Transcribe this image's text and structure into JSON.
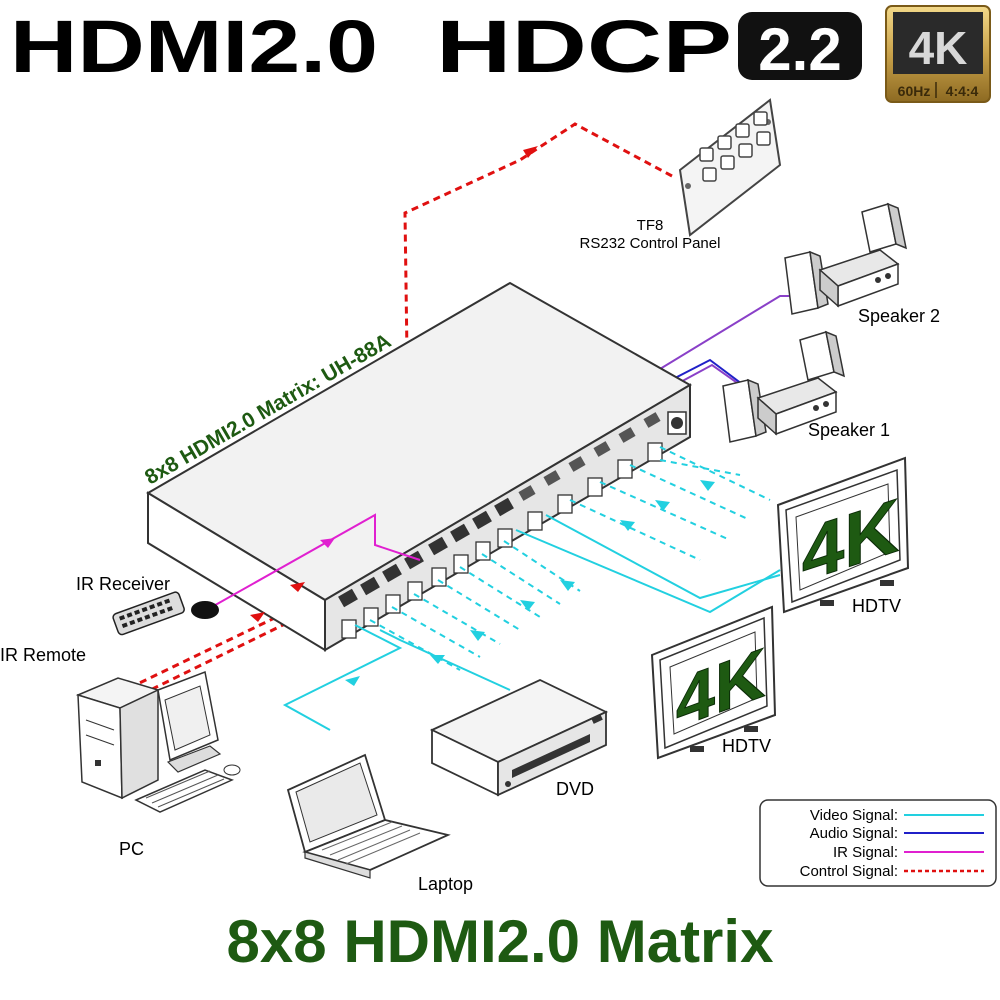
{
  "header": {
    "hdmi_label": "HDMI2.0",
    "hdcp_label": "HDCP",
    "hdcp_version": "2.2",
    "badge": {
      "main": "4K",
      "hz": "60Hz",
      "sampling": "4:4:4"
    }
  },
  "matrix": {
    "model_label": "8x8 HDMI2.0 Matrix: UH-88A"
  },
  "devices": {
    "control_panel_name": "TF8",
    "control_panel_desc": "RS232 Control Panel",
    "speaker_2": "Speaker 2",
    "speaker_1": "Speaker 1",
    "hdtv_top_screen": "4K",
    "hdtv_top": "HDTV",
    "hdtv_bottom_screen": "4K",
    "hdtv_bottom": "HDTV",
    "ir_receiver": "IR Receiver",
    "ir_remote": "IR Remote",
    "pc": "PC",
    "laptop": "Laptop",
    "dvd": "DVD"
  },
  "legend": {
    "video": "Video Signal:",
    "audio": "Audio Signal:",
    "ir": "IR  Signal:",
    "control": "Control  Signal:"
  },
  "footer": {
    "title": "8x8 HDMI2.0 Matrix"
  },
  "colors": {
    "video": "#22d0e0",
    "audio": "#2020c8",
    "audio_purple": "#8a40c8",
    "ir": "#e020d0",
    "control": "#e01010",
    "green_text": "#1e5a12",
    "badge_gold": "#c9a24a"
  }
}
